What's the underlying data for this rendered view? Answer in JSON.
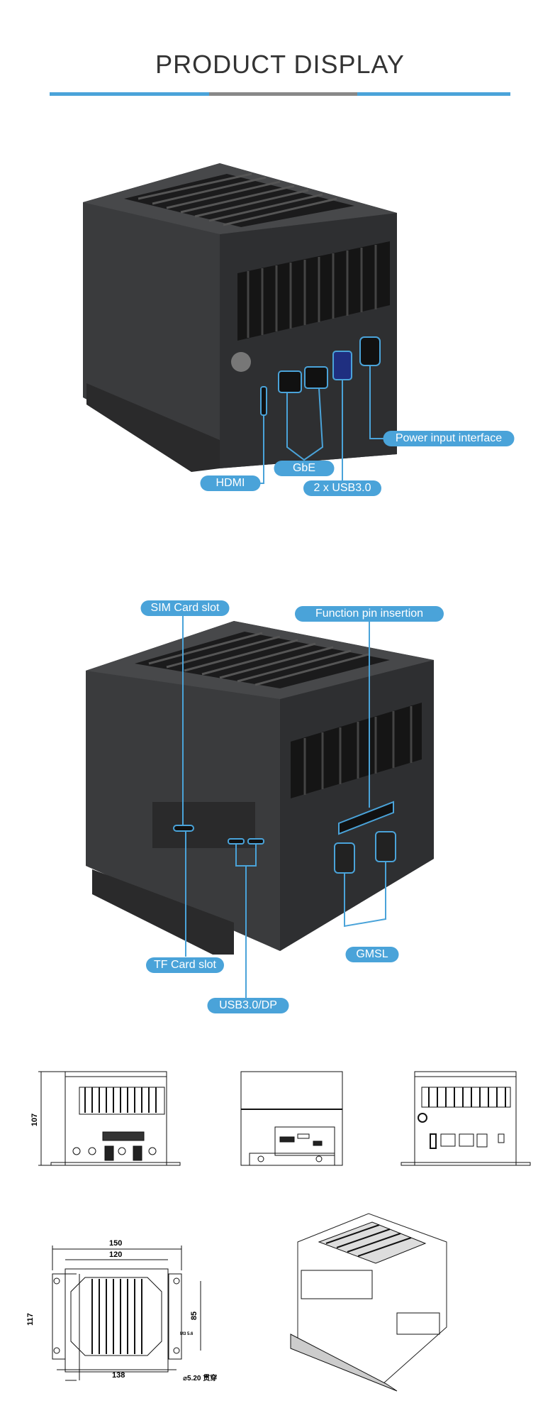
{
  "header": {
    "title": "PRODUCT DISPLAY",
    "colors": {
      "accent": "#4aa3d9",
      "gray": "#888888"
    }
  },
  "view1": {
    "labels": {
      "hdmi": "HDMI",
      "gbe": "GbE",
      "usb": "2 x USB3.0",
      "power": "Power input interface"
    }
  },
  "view2": {
    "labels": {
      "sim": "SIM Card slot",
      "function_pin": "Function pin insertion",
      "tf": "TF Card slot",
      "gmsl": "GMSL",
      "usb_dp": "USB3.0/DP"
    }
  },
  "drawings": {
    "height_dim": "107",
    "width_outer": "150",
    "width_inner": "120",
    "depth": "117",
    "hole_pitch": "85",
    "hole_span": "138",
    "hole_note": "⌀5.20 贯穿",
    "small_note": "M3 5.6"
  }
}
